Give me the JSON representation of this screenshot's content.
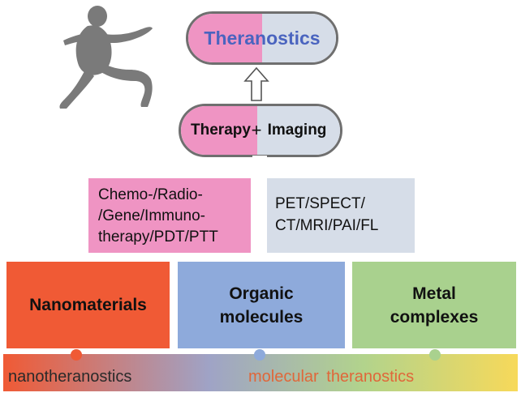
{
  "capsules": {
    "top": {
      "label": "Theranostics"
    },
    "bottom": {
      "left_label": "Therapy",
      "plus": "+",
      "right_label": "Imaging"
    }
  },
  "boxes": {
    "therapy_lines": [
      "Chemo-/Radio-",
      "/Gene/Immuno-",
      "therapy/PDT/PTT"
    ],
    "imaging_lines": [
      "PET/SPECT/",
      "CT/MRI/PAI/FL"
    ]
  },
  "categories": {
    "nano": "Nanomaterials",
    "organic_lines": [
      "Organic",
      "molecules"
    ],
    "metal_lines": [
      "Metal",
      "complexes"
    ]
  },
  "bottom_bar": {
    "left_text": "nanotheranostics",
    "right_text": "molecular theranostics"
  },
  "colors": {
    "pink": "#ef94c3",
    "grey_blue": "#d6dde8",
    "nano": "#f05a35",
    "organic": "#8eaadb",
    "metal": "#a9d18e",
    "title_blue": "#4a64bf",
    "molecular_text": "#e0673a"
  },
  "icons": [
    "running-person-icon",
    "up-arrow-icon"
  ]
}
